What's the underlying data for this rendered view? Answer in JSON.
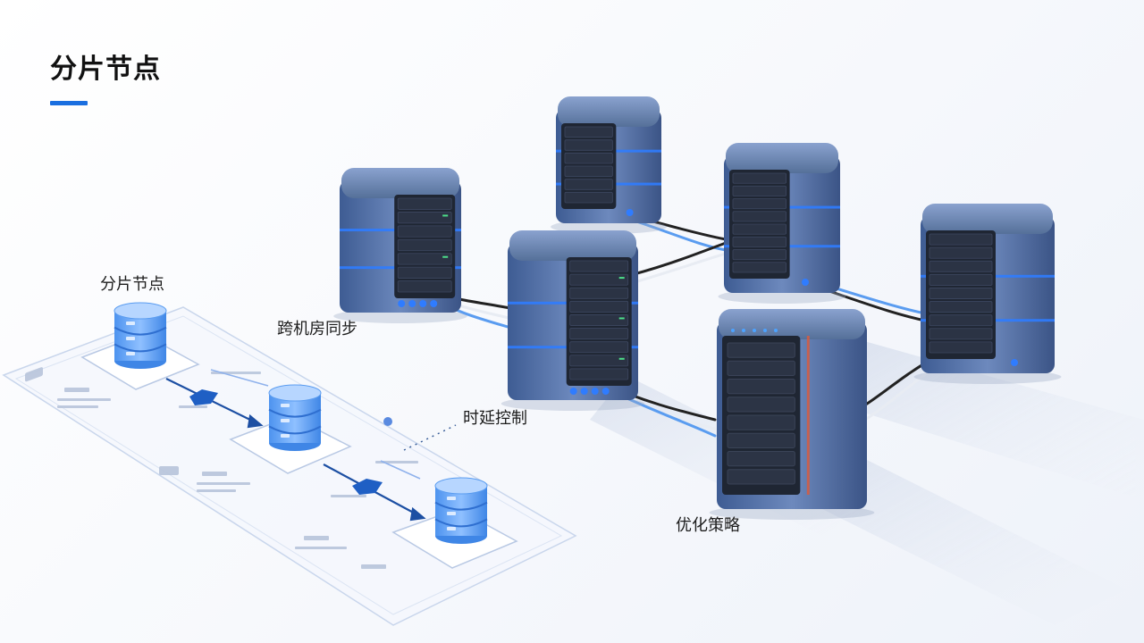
{
  "page": {
    "title": "分片节点"
  },
  "labels": {
    "shard_node": "分片节点",
    "cross_dc_sync": "跨机房同步",
    "latency_control": "时延控制",
    "optimization_strategy": "优化策略"
  },
  "colors": {
    "accent": "#1a6fe0",
    "server_body": "#4d6a9f",
    "server_dark": "#1f2633",
    "glow": "#2f7cff"
  }
}
